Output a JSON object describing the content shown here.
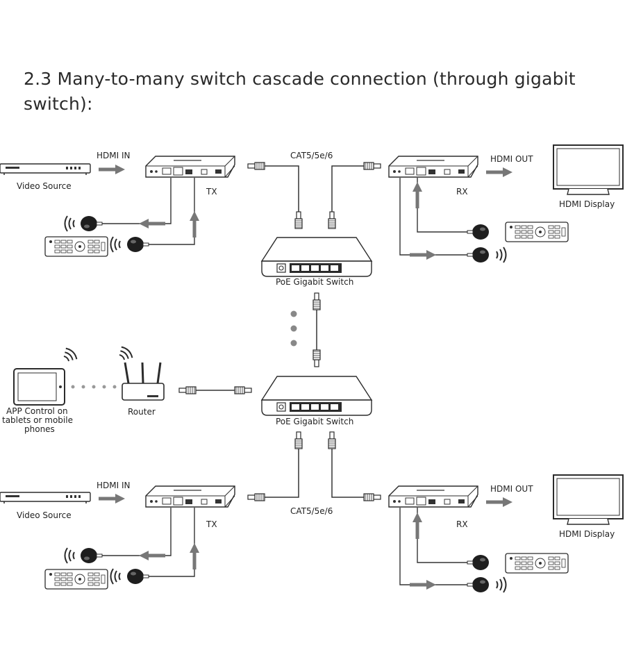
{
  "heading": "2.3 Many-to-many switch cascade connection (through gigabit switch):",
  "labels": {
    "hdmi_in": "HDMI IN",
    "hdmi_out": "HDMI OUT",
    "video_source": "Video Source",
    "hdmi_display": "HDMI Display",
    "tx": "TX",
    "rx": "RX",
    "cable": "CAT5/5e/6",
    "switch": "PoE Gigabit Switch",
    "router": "Router",
    "app_control_line1": "APP Control on",
    "app_control_line2": "tablets or mobile",
    "app_control_line3": "phones"
  },
  "icons": [
    "video-source-icon",
    "transmitter-icon",
    "receiver-icon",
    "display-icon",
    "switch-icon",
    "router-icon",
    "tablet-icon",
    "ir-eye-icon",
    "remote-control-icon",
    "wifi-icon",
    "rj45-connector-icon",
    "arrow-icon"
  ],
  "colors": {
    "line": "#333333",
    "arrow": "#777777",
    "stroke": "#2b2b2b"
  }
}
